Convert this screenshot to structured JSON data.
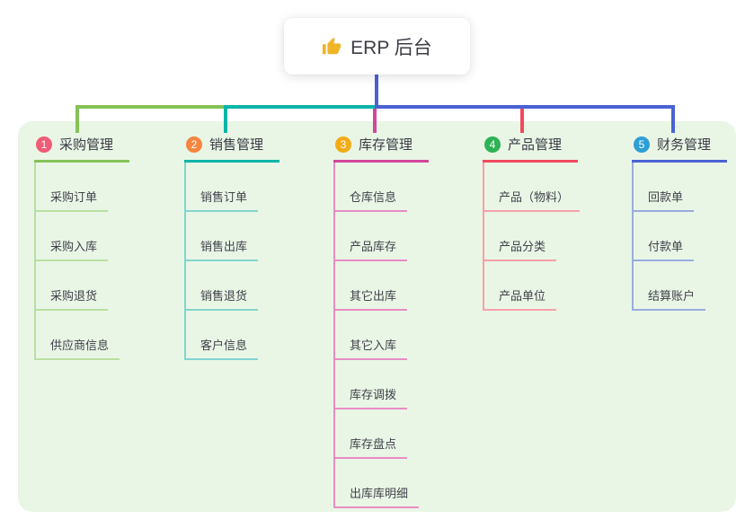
{
  "root": {
    "label": "ERP 后台",
    "icon_name": "thumbs-up",
    "icon_color": "#f0b429"
  },
  "colors": {
    "panel_background": "#e9f6e6",
    "root_connector": "#4a62d4",
    "text": "#3d3d46"
  },
  "branches": [
    {
      "badge": "1",
      "label": "采购管理",
      "line_color": "#85c258",
      "badge_color": "#f05c77",
      "child_line_color": "#b9dfa0",
      "children": [
        "采购订单",
        "采购入库",
        "采购退货",
        "供应商信息"
      ]
    },
    {
      "badge": "2",
      "label": "销售管理",
      "line_color": "#0cb5a9",
      "badge_color": "#f5853f",
      "child_line_color": "#82d5cc",
      "children": [
        "销售订单",
        "销售出库",
        "销售退货",
        "客户信息"
      ]
    },
    {
      "badge": "3",
      "label": "库存管理",
      "line_color": "#d4459c",
      "badge_color": "#f2ac18",
      "child_line_color": "#e98cc3",
      "children": [
        "仓库信息",
        "产品库存",
        "其它出库",
        "其它入库",
        "库存调拨",
        "库存盘点",
        "出库库明细"
      ]
    },
    {
      "badge": "4",
      "label": "产品管理",
      "line_color": "#f2495f",
      "badge_color": "#2eb254",
      "child_line_color": "#f8a0a8",
      "children": [
        "产品（物料）",
        "产品分类",
        "产品单位"
      ]
    },
    {
      "badge": "5",
      "label": "财务管理",
      "line_color": "#4a62d4",
      "badge_color": "#2d9fd6",
      "child_line_color": "#9aabdf",
      "children": [
        "回款单",
        "付款单",
        "结算账户"
      ]
    }
  ]
}
